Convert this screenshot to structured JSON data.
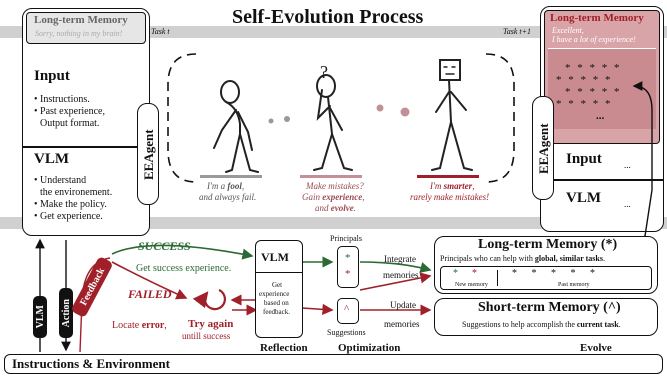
{
  "title": "Self-Evolution Process",
  "task_left": "Task t",
  "task_right": "Task t+1",
  "left_panel": {
    "ltm_title": "Long-term Memory",
    "ltm_note": "Sorry, nothing in my brain!",
    "input_title": "Input",
    "input_bullets": [
      "Instructions.",
      "Past experience,",
      "Output format."
    ],
    "vlm_title": "VLM",
    "vlm_bullets": [
      "Understand",
      "the environement.",
      "Make the policy.",
      "Get experience."
    ],
    "agent_tag": "EEAgent"
  },
  "right_panel": {
    "ltm_title": "Long-term Memory",
    "ltm_note_1": "Excellent,",
    "ltm_note_2": "I have a lot of experience!",
    "stars": "* * * * *",
    "ellipsis": "...",
    "input_title": "Input",
    "vlm_title": "VLM",
    "agent_tag": "EEAgent"
  },
  "figures": {
    "fool_caption_a": "I'm a ",
    "fool_caption_b": "fool",
    "fool_caption_c": ",",
    "fool_caption_2": "and always fail.",
    "mid_caption_1": "Make mistakes?",
    "mid_caption_2a": "Gain ",
    "mid_caption_2b": "experience",
    "mid_caption_2c": ",",
    "mid_caption_3a": "and ",
    "mid_caption_3b": "evolve",
    "mid_caption_3c": ".",
    "smart_caption_1a": "I'm ",
    "smart_caption_1b": "smarter",
    "smart_caption_1c": ",",
    "smart_caption_2": "rarely make mistakes!"
  },
  "side_labels": {
    "vlm": "VLM",
    "action": "Action",
    "feedback": "Feedback"
  },
  "bottom": {
    "success": "SUCCESS",
    "success_text": "Get success experience.",
    "failed": "FAILED",
    "locate_a": "Locate ",
    "locate_b": "error",
    "locate_c": ",",
    "try_again_1": "Try again",
    "try_again_2": "untill success",
    "vlm_box": "VLM",
    "reflection_text": [
      "Get",
      "experience",
      "based on",
      "feedback."
    ],
    "reflection_label": "Reflection",
    "principals": "Principals",
    "suggestions": "Suggestions",
    "integrate_1": "Integrate",
    "integrate_2": "memories",
    "update_1": "Update",
    "update_2": "memories",
    "optimization_label": "Optimization",
    "ltm_title": "Long-term Memory (*)",
    "ltm_sub_a": "Principals who can help with ",
    "ltm_sub_b": "global, similar tasks",
    "ltm_sub_c": ".",
    "new_memory": "New memory",
    "past_memory": "Past memory",
    "stm_title": "Short-term Memory (^)",
    "stm_sub_a": "Suggestions to help accomplish the ",
    "stm_sub_b": "current task",
    "stm_sub_c": ".",
    "evolve_label": "Evolve",
    "instructions_env": "Instructions & Environment"
  },
  "colors": {
    "red": "#a0202a",
    "green": "#2a6a35",
    "pink": "#d9a4a8",
    "band": "#d0d0d0"
  }
}
